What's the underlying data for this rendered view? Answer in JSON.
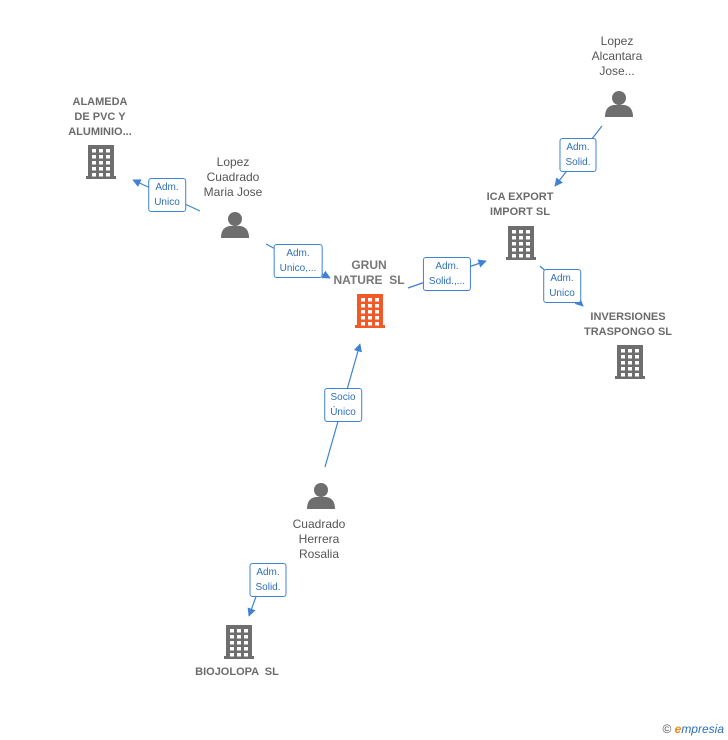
{
  "nodes": [
    {
      "id": "grun",
      "kind": "company-main",
      "lines": [
        "GRUN",
        "NATURE  SL"
      ]
    },
    {
      "id": "alameda",
      "kind": "company",
      "lines": [
        "ALAMEDA",
        "DE PVC Y",
        "ALUMINIO..."
      ]
    },
    {
      "id": "lopez-maria",
      "kind": "person",
      "lines": [
        "Lopez",
        "Cuadrado",
        "Maria Jose"
      ]
    },
    {
      "id": "lopez-jose",
      "kind": "person",
      "lines": [
        "Lopez",
        "Alcantara",
        "Jose..."
      ]
    },
    {
      "id": "ica",
      "kind": "company",
      "lines": [
        "ICA EXPORT",
        "IMPORT SL"
      ]
    },
    {
      "id": "inversiones",
      "kind": "company",
      "lines": [
        "INVERSIONES",
        "TRASPONGO SL"
      ]
    },
    {
      "id": "cuadrado",
      "kind": "person",
      "lines": [
        "Cuadrado",
        "Herrera",
        "Rosalia"
      ]
    },
    {
      "id": "biojolopa",
      "kind": "company",
      "lines": [
        "BIOJOLOPA  SL"
      ]
    }
  ],
  "edges": [
    {
      "from": "lopez-maria",
      "to": "alameda",
      "lines": [
        "Adm.",
        "Unico"
      ]
    },
    {
      "from": "lopez-maria",
      "to": "grun",
      "lines": [
        "Adm.",
        "Unico,..."
      ]
    },
    {
      "from": "grun",
      "to": "ica",
      "lines": [
        "Adm.",
        "Solid.,..."
      ]
    },
    {
      "from": "lopez-jose",
      "to": "ica",
      "lines": [
        "Adm.",
        "Solid."
      ]
    },
    {
      "from": "ica",
      "to": "inversiones",
      "lines": [
        "Adm.",
        "Unico"
      ]
    },
    {
      "from": "cuadrado",
      "to": "grun",
      "lines": [
        "Socio",
        "Único"
      ]
    },
    {
      "from": "cuadrado",
      "to": "biojolopa",
      "lines": [
        "Adm.",
        "Solid."
      ]
    }
  ],
  "footer": {
    "copyright": "©",
    "brand_initial": "e",
    "brand_rest": "mpresia"
  },
  "colors": {
    "edge": "#3f82d3",
    "main_company": "#f05a28",
    "company": "#6e6e6e",
    "person": "#6e6e6e"
  }
}
